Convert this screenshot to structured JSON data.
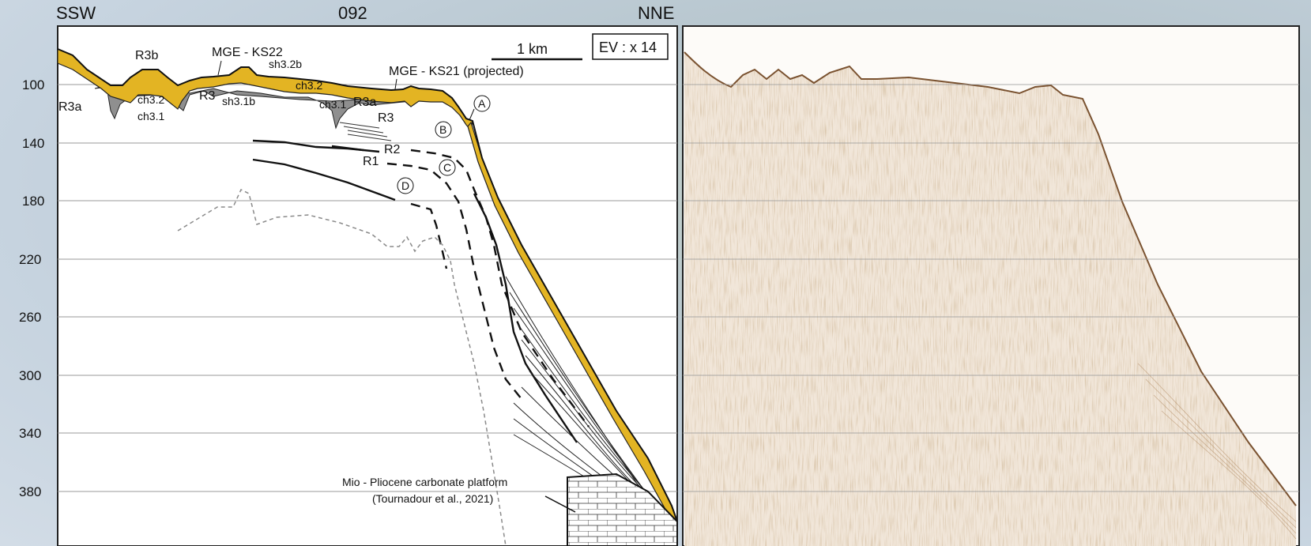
{
  "header": {
    "left_direction": "SSW",
    "profile_id": "092",
    "right_direction": "NNE"
  },
  "y_axis": {
    "ticks": [
      "100",
      "140",
      "180",
      "220",
      "260",
      "300",
      "340",
      "380"
    ]
  },
  "scale": {
    "bar_label": "1 km",
    "exaggeration": "EV : x 14"
  },
  "units": {
    "R3b": "R3b",
    "R3a_left": "R3a",
    "R3a_right": "R3a",
    "R3_left": "R3",
    "R3_right": "R3",
    "R2": "R2",
    "R1": "R1",
    "ch32_left": "ch3.2",
    "ch31_left": "ch3.1",
    "ch32_right": "ch3.2",
    "ch31_right": "ch3.1",
    "sh32b": "sh3.2b",
    "sh31b": "sh3.1b"
  },
  "cores": {
    "ks22": "MGE - KS22",
    "ks21": "MGE - KS21 (projected)"
  },
  "circles": {
    "a": "A",
    "b": "B",
    "c": "C",
    "d": "D"
  },
  "platform": {
    "line1": "Mio - Pliocene carbonate platform",
    "line2": "(Tournadour et al., 2021)"
  },
  "colors": {
    "sediment": "#e3b423",
    "older_unit": "#8f8f8f",
    "seismic": "#a87a4a"
  }
}
